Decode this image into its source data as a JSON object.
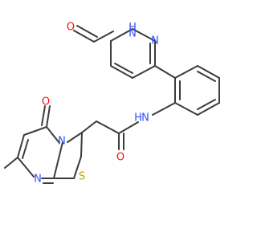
{
  "molecule": {
    "element_colors": {
      "C": "#3c3c3c",
      "N": "#3050f8",
      "O": "#ff0d0d",
      "S": "#b5a300"
    },
    "labels": {
      "oxo_top": "O",
      "nh_pyridazinone": "H",
      "n1_pyridazinone": "N",
      "n2_pyridazinone": "N",
      "amide_n": "N",
      "amide_nh": "H",
      "amide_o": "O",
      "ring_o": "O",
      "bridgehead_n": "N",
      "pyrimidine_n": "N",
      "thio_s": "S"
    }
  }
}
